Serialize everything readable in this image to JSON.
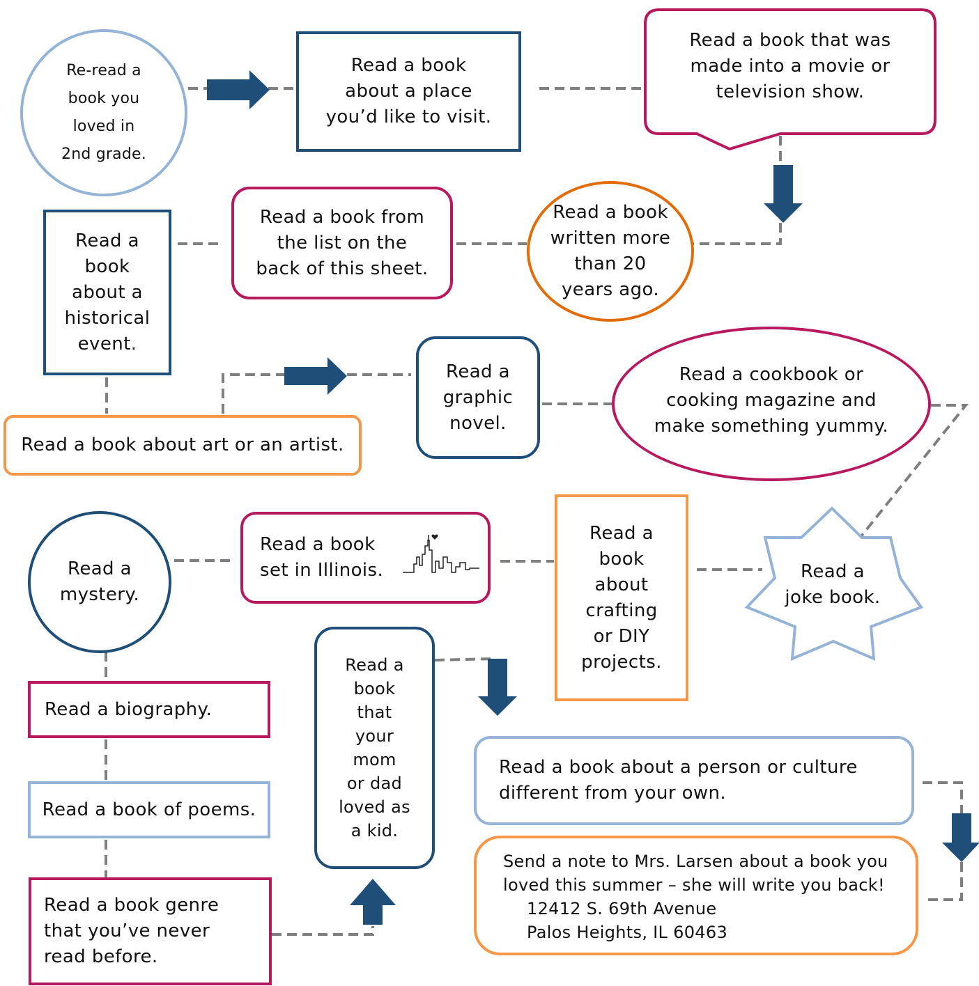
{
  "colors": {
    "navy": "#1f4e79",
    "magenta": "#b8195e",
    "light_blue": "#95b3d7",
    "orange": "#f79646",
    "dark_orange": "#e36c09",
    "connector_gray": "#7f7f7f"
  },
  "nodes": {
    "reread": "Re-read a\nbook you\nloved in\n2nd grade.",
    "place": "Read a book\nabout a place\nyou’d like to visit.",
    "movie": "Read a book that was\nmade into a movie or\ntelevision show.",
    "old_book": "Read a book\nwritten more\nthan 20\nyears ago.",
    "list": "Read a book from\nthe list on the\nback of this sheet.",
    "historical": "Read a\nbook\nabout a\nhistorical\nevent.",
    "art": "Read a book about art or an artist.",
    "graphic": "Read a\ngraphic\nnovel.",
    "cookbook": "Read a cookbook or\ncooking magazine and\nmake something yummy.",
    "joke": "Read a\njoke book.",
    "crafting": "Read a\nbook\nabout\ncrafting\nor DIY\nprojects.",
    "illinois": "Read a book\nset in Illinois.",
    "mystery": "Read a\nmystery.",
    "biography": "Read a biography.",
    "poems": "Read a book of poems.",
    "genre": "Read a book genre\nthat you’ve never\nread before.",
    "mom_dad": "Read a\nbook\nthat\nyour\nmom\nor dad\nloved as\na kid.",
    "culture": "Read a book about a person or culture\ndifferent from your own.",
    "note": "Send a note to Mrs. Larsen about a book you\nloved this summer – she will write you back!",
    "address_line1": "12412 S. 69th Avenue",
    "address_line2": "Palos Heights, IL 60463"
  },
  "icons": {
    "skyline": "chicago-skyline-icon",
    "arrow": "block-arrow-icon"
  }
}
